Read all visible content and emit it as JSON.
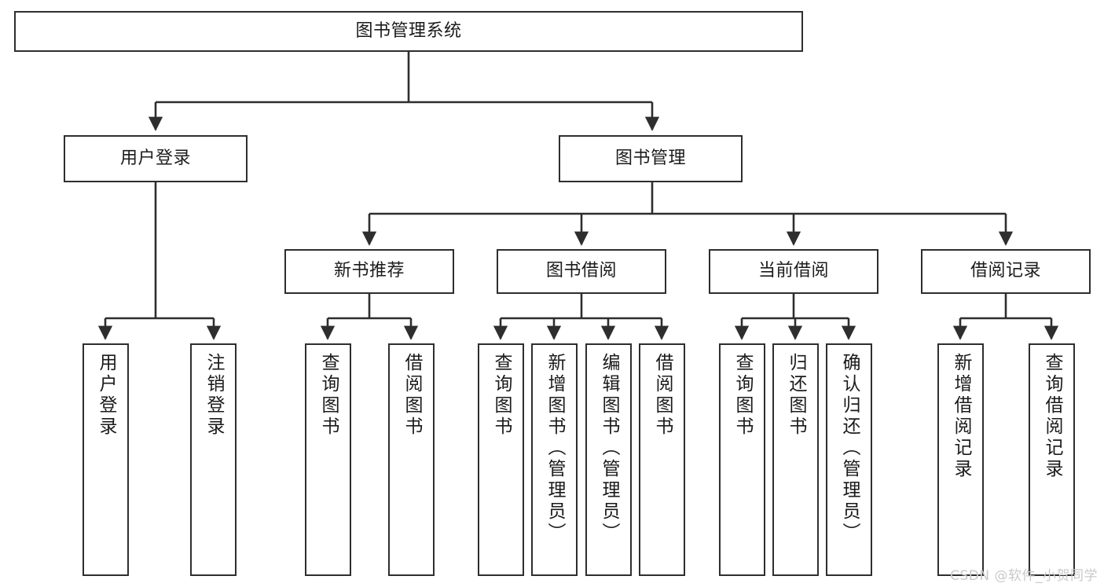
{
  "diagram": {
    "title": "图书管理系统",
    "type": "tree-hierarchy-diagram",
    "watermark": "CSDN @软件_小贺同学",
    "colors": {
      "border": "#2e2e2e",
      "background": "#ffffff",
      "text": "#1b1b1b",
      "edge": "#2e2e2e",
      "watermark": "#c9c9c9"
    }
  },
  "nodes": {
    "root": {
      "label": "图书管理系统"
    },
    "level2": [
      {
        "id": "user-login",
        "label": "用户登录"
      },
      {
        "id": "book-management",
        "label": "图书管理"
      }
    ],
    "level3": [
      {
        "id": "new-book-recommend",
        "label": "新书推荐"
      },
      {
        "id": "book-borrow",
        "label": "图书借阅"
      },
      {
        "id": "current-borrow",
        "label": "当前借阅"
      },
      {
        "id": "borrow-record",
        "label": "借阅记录"
      }
    ],
    "leaves": {
      "user_login": [
        {
          "id": "leaf-user-login",
          "label": "用户登录"
        },
        {
          "id": "leaf-logout-login",
          "label": "注销登录"
        }
      ],
      "new_book_recommend": [
        {
          "id": "leaf-query-book-1",
          "label": "查询图书"
        },
        {
          "id": "leaf-borrow-book-1",
          "label": "借阅图书"
        }
      ],
      "book_borrow": [
        {
          "id": "leaf-query-book-2",
          "label": "查询图书"
        },
        {
          "id": "leaf-add-book",
          "label": "新增图书（管理员）"
        },
        {
          "id": "leaf-edit-book",
          "label": "编辑图书（管理员）"
        },
        {
          "id": "leaf-borrow-book-2",
          "label": "借阅图书"
        }
      ],
      "current_borrow": [
        {
          "id": "leaf-query-book-3",
          "label": "查询图书"
        },
        {
          "id": "leaf-return-book",
          "label": "归还图书"
        },
        {
          "id": "leaf-confirm-return",
          "label": "确认归还（管理员）"
        }
      ],
      "borrow_record": [
        {
          "id": "leaf-add-record",
          "label": "新增借阅记录"
        },
        {
          "id": "leaf-query-record",
          "label": "查询借阅记录"
        }
      ]
    }
  }
}
